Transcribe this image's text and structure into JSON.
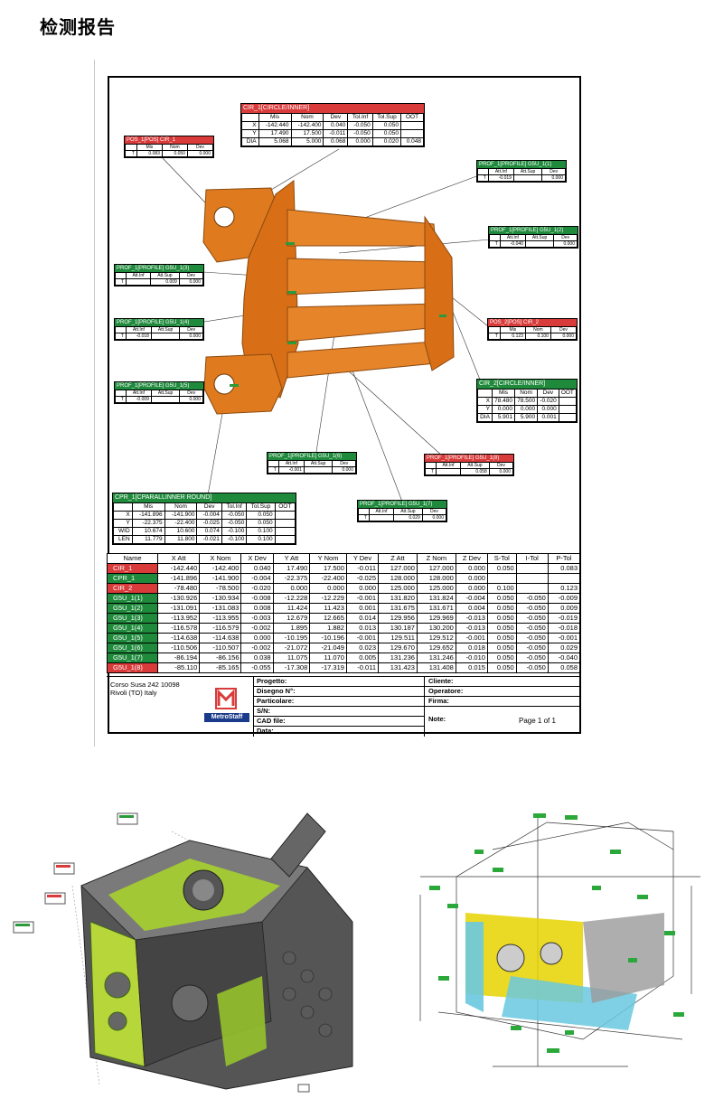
{
  "page": {
    "heading": "检测报告"
  },
  "callouts": {
    "cir1": {
      "title": "CIR_1[CIRCLE/INNER]",
      "headers": [
        "",
        "Mis",
        "Nom",
        "Dev",
        "Tol.Inf",
        "Tol.Sup",
        "OOT"
      ],
      "rows": [
        [
          "X",
          "-142.440",
          "-142.400",
          "0.040",
          "-0.050",
          "0.050",
          ""
        ],
        [
          "Y",
          "17.490",
          "17.500",
          "-0.011",
          "-0.050",
          "0.050",
          ""
        ],
        [
          "DIA",
          "5.068",
          "5.000",
          "0.068",
          "0.000",
          "0.020",
          "0.048"
        ]
      ]
    },
    "cir2": {
      "title": "CIR_2[CIRCLE/INNER]",
      "headers": [
        "",
        "Mis",
        "Nom",
        "Dev",
        "OOT"
      ],
      "rows": [
        [
          "X",
          "78.480",
          "78.500",
          "-0.020",
          ""
        ],
        [
          "Y",
          "0.000",
          "0.000",
          "0.000",
          ""
        ],
        [
          "DIA",
          "5.901",
          "5.900",
          "0.001",
          ""
        ]
      ]
    },
    "cpr1": {
      "title": "CPR_1[CPARALLINNER ROUND]",
      "headers": [
        "",
        "Mis",
        "Nom",
        "Dev",
        "Tol.Inf",
        "Tol.Sup",
        "OOT"
      ],
      "rows": [
        [
          "X",
          "-141.896",
          "-141.900",
          "-0.004",
          "-0.050",
          "0.050",
          ""
        ],
        [
          "Y",
          "-22.375",
          "-22.400",
          "-0.025",
          "-0.050",
          "0.050",
          ""
        ],
        [
          "WID",
          "10.674",
          "10.600",
          "0.074",
          "-0.100",
          "0.100",
          ""
        ],
        [
          "LEN",
          "11.779",
          "11.800",
          "-0.021",
          "-0.100",
          "0.100",
          ""
        ]
      ]
    },
    "small": [
      {
        "title": "POS_1[POS] CIR_1",
        "color": "red",
        "headers": [
          "",
          "Mis",
          "Nom",
          "Dev"
        ],
        "rows": [
          [
            "T",
            "0.083",
            "0.050",
            "0.000"
          ]
        ]
      },
      {
        "title": "PROF_1[PROFILE] G5U_1(1)",
        "color": "green",
        "headers": [
          "",
          "Att.Inf",
          "Att.Sup",
          "Dev"
        ],
        "rows": [
          [
            "T",
            "-0.019",
            "",
            "0.000"
          ]
        ]
      },
      {
        "title": "PROF_1[PROFILE] G5U_1(2)",
        "color": "green",
        "headers": [
          "",
          "Att.Inf",
          "Att.Sup",
          "Dev"
        ],
        "rows": [
          [
            "T",
            "-0.040",
            "",
            "0.000"
          ]
        ]
      },
      {
        "title": "PROF_1[PROFILE] G5U_1(3)",
        "color": "green",
        "headers": [
          "",
          "Att.Inf",
          "Att.Sup",
          "Dev"
        ],
        "rows": [
          [
            "T",
            "",
            "0.009",
            "0.000"
          ]
        ]
      },
      {
        "title": "POS_2[POS] CIR_2",
        "color": "red",
        "headers": [
          "",
          "Mis",
          "Nom",
          "Dev"
        ],
        "rows": [
          [
            "T",
            "0.123",
            "0.100",
            "0.000"
          ]
        ]
      },
      {
        "title": "PROF_1[PROFILE] G5U_1(4)",
        "color": "green",
        "headers": [
          "",
          "Att.Inf",
          "Att.Sup",
          "Dev"
        ],
        "rows": [
          [
            "T",
            "-0.018",
            "",
            "0.000"
          ]
        ]
      },
      {
        "title": "PROF_1[PROFILE] G5U_1(5)",
        "color": "green",
        "headers": [
          "",
          "Att.Inf",
          "Att.Sup",
          "Dev"
        ],
        "rows": [
          [
            "T",
            "-0.009",
            "",
            "0.000"
          ]
        ]
      },
      {
        "title": "PROF_1[PROFILE] G5U_1(6)",
        "color": "green",
        "headers": [
          "",
          "Att.Inf",
          "Att.Sup",
          "Dev"
        ],
        "rows": [
          [
            "T",
            "-0.001",
            "",
            "0.000"
          ]
        ]
      },
      {
        "title": "PROF_1[PROFILE] G5U_1(8)",
        "color": "red",
        "headers": [
          "",
          "Att.Inf",
          "Att.Sup",
          "Dev"
        ],
        "rows": [
          [
            "T",
            "",
            "0.058",
            "0.000"
          ]
        ]
      },
      {
        "title": "PROF_1[PROFILE] G5U_1(7)",
        "color": "green",
        "headers": [
          "",
          "Att.Inf",
          "Att.Sup",
          "Dev"
        ],
        "rows": [
          [
            "T",
            "",
            "0.029",
            "0.000"
          ]
        ]
      }
    ]
  },
  "table": {
    "headers": [
      "Name",
      "X Att",
      "X Nom",
      "X Dev",
      "Y Att",
      "Y Nom",
      "Y Dev",
      "Z Att",
      "Z Nom",
      "Z Dev",
      "S-Tol",
      "I-Tol",
      "P-Tol"
    ],
    "rows": [
      {
        "status": "red",
        "cells": [
          "CIR_1",
          "-142.440",
          "-142.400",
          "0.040",
          "17.490",
          "17.500",
          "-0.011",
          "127.000",
          "127.000",
          "0.000",
          "0.050",
          "",
          "0.083"
        ]
      },
      {
        "status": "green",
        "cells": [
          "CPR_1",
          "-141.896",
          "-141.900",
          "-0.004",
          "-22.375",
          "-22.400",
          "-0.025",
          "128.000",
          "128.000",
          "0.000",
          "",
          "",
          ""
        ]
      },
      {
        "status": "red",
        "cells": [
          "CIR_2",
          "-78.480",
          "-78.500",
          "-0.020",
          "0.000",
          "0.000",
          "0.000",
          "125.000",
          "125.000",
          "0.000",
          "0.100",
          "",
          "0.123"
        ]
      },
      {
        "status": "green",
        "cells": [
          "G5U_1(1)",
          "-130.926",
          "-130.934",
          "-0.008",
          "-12.228",
          "-12.229",
          "-0.001",
          "131.820",
          "131.824",
          "-0.004",
          "0.050",
          "-0.050",
          "-0.009"
        ]
      },
      {
        "status": "green",
        "cells": [
          "G5U_1(2)",
          "-131.091",
          "-131.083",
          "0.008",
          "11.424",
          "11.423",
          "0.001",
          "131.675",
          "131.671",
          "0.004",
          "0.050",
          "-0.050",
          "0.009"
        ]
      },
      {
        "status": "green",
        "cells": [
          "G5U_1(3)",
          "-113.952",
          "-113.955",
          "-0.003",
          "12.679",
          "12.665",
          "0.014",
          "129.956",
          "129.969",
          "-0.013",
          "0.050",
          "-0.050",
          "-0.019"
        ]
      },
      {
        "status": "green",
        "cells": [
          "G5U_1(4)",
          "-116.578",
          "-116.579",
          "-0.002",
          "1.895",
          "1.882",
          "0.013",
          "130.187",
          "130.200",
          "-0.013",
          "0.050",
          "-0.050",
          "-0.018"
        ]
      },
      {
        "status": "green",
        "cells": [
          "G5U_1(5)",
          "-114.638",
          "-114.638",
          "0.000",
          "-10.195",
          "-10.196",
          "-0.001",
          "129.511",
          "129.512",
          "-0.001",
          "0.050",
          "-0.050",
          "-0.001"
        ]
      },
      {
        "status": "green",
        "cells": [
          "G5U_1(6)",
          "-110.506",
          "-110.507",
          "-0.002",
          "-21.072",
          "-21.049",
          "0.023",
          "129.670",
          "129.652",
          "0.018",
          "0.050",
          "-0.050",
          "0.029"
        ]
      },
      {
        "status": "green",
        "cells": [
          "G5U_1(7)",
          "-86.194",
          "-86.156",
          "0.038",
          "11.075",
          "11.070",
          "0.005",
          "131.236",
          "131.246",
          "-0.010",
          "0.050",
          "-0.050",
          "-0.040"
        ]
      },
      {
        "status": "red",
        "cells": [
          "G5U_1(8)",
          "-85.110",
          "-85.165",
          "-0.055",
          "-17.308",
          "-17.319",
          "-0.011",
          "131.423",
          "131.408",
          "0.015",
          "0.050",
          "-0.050",
          "0.058"
        ]
      }
    ]
  },
  "footer": {
    "address_line1": "Corso Susa 242    10098",
    "address_line2": "Rivoli (TO) Italy",
    "logo_text": "MetroStaff",
    "fields_mid": [
      "Progetto:",
      "Disegno N°:",
      "Particolare:",
      "S/N:",
      "CAD file:",
      "Data:"
    ],
    "fields_right": [
      "Cliente:",
      "Operatore:",
      "Firma:"
    ],
    "note_label": "Note:",
    "page_label": "Page 1 of    1"
  },
  "colors": {
    "ok": "#1f8a3c",
    "nok": "#d93a3a",
    "part": "#e07a1e",
    "logo": "#1a3a8a"
  },
  "images": {
    "left_scan_icon": "engine-block-deviation-map",
    "right_scan_icon": "housing-dimensioned-cad"
  }
}
